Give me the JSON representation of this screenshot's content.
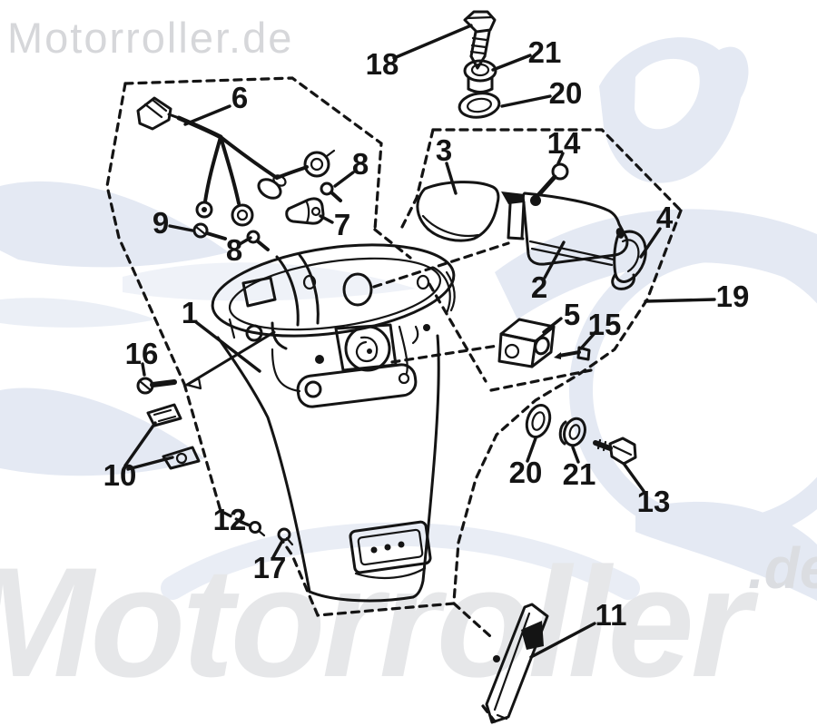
{
  "document": {
    "kind": "exploded-parts-diagram",
    "subject": "scooter rear fender / taillight assembly"
  },
  "watermarks": {
    "top_left": "Motorroller.de",
    "bottom": "Motorroller",
    "bottom_right": ".de"
  },
  "colors": {
    "ink": "#141414",
    "watermark_gray": "#d6d7da",
    "watermark_gray_big": "#e6e7e9",
    "watermark_blue": "#e4e9f3",
    "background": "#ffffff"
  },
  "callouts": {
    "n1": "1",
    "n2": "2",
    "n3": "3",
    "n4": "4",
    "n5": "5",
    "n6": "6",
    "n7": "7",
    "n8a": "8",
    "n8b": "8",
    "n9": "9",
    "n10": "10",
    "n11": "11",
    "n12": "12",
    "n13": "13",
    "n14": "14",
    "n15": "15",
    "n16": "16",
    "n17": "17",
    "n18": "18",
    "n19": "19",
    "n20a": "20",
    "n20b": "20",
    "n21a": "21",
    "n21b": "21"
  }
}
